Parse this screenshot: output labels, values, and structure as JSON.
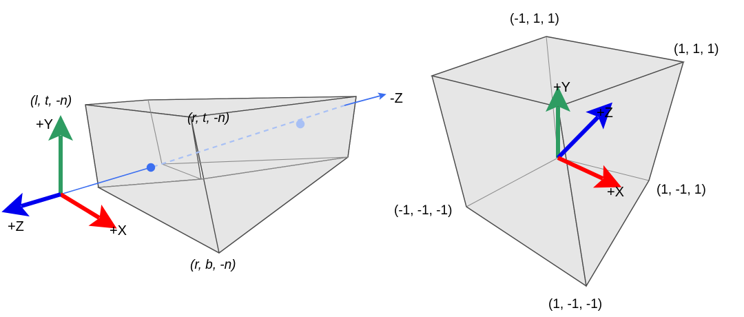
{
  "figure": {
    "title": "",
    "background_color": "#ffffff",
    "colors": {
      "x_axis": "#ff0000",
      "y_axis": "#2e9c62",
      "z_axis": "#0000ee",
      "ray": "#3b6ef0",
      "ray_hidden": "#a8c0f5",
      "solid_fill": "#e6e6e6",
      "solid_stroke": "#4d4d4d",
      "solid_stroke_light": "#8c8c8c",
      "text": "#000000"
    }
  },
  "left_panel": {
    "name": "view-frustum",
    "axes": [
      {
        "id": "x",
        "label": "+X",
        "color": "#ff0000"
      },
      {
        "id": "y",
        "label": "+Y",
        "color": "#2e9c62"
      },
      {
        "id": "z",
        "label": "+Z",
        "color": "#0000ee"
      }
    ],
    "vertex_labels": [
      {
        "id": "near-top-left",
        "text": "(l, t, -n)",
        "parts": [
          "(",
          "l",
          ", ",
          "t",
          ", ",
          "-n",
          ")"
        ]
      },
      {
        "id": "near-top-right",
        "text": "(r, t, -n)"
      },
      {
        "id": "near-bottom-right",
        "text": "(r, b, -n)"
      }
    ],
    "ray_label": "-Z",
    "ray_points": [
      {
        "id": "near-intersection",
        "state": "visible"
      },
      {
        "id": "far-intersection",
        "state": "occluded"
      }
    ]
  },
  "right_panel": {
    "name": "ndc-cube",
    "axes": [
      {
        "id": "x",
        "label": "+X",
        "color": "#ff0000"
      },
      {
        "id": "y",
        "label": "+Y",
        "color": "#2e9c62"
      },
      {
        "id": "z",
        "label": "+Z",
        "color": "#0000ee"
      }
    ],
    "vertex_labels": [
      {
        "id": "top-back-left",
        "text": "(-1, 1, 1)"
      },
      {
        "id": "top-back-right",
        "text": "(1, 1, 1)"
      },
      {
        "id": "bottom-front-left",
        "text": "(-1, -1, -1)"
      },
      {
        "id": "bottom-back-right",
        "text": "(1, -1, 1)"
      },
      {
        "id": "bottom-front-right",
        "text": "(1, -1, -1)"
      }
    ]
  }
}
